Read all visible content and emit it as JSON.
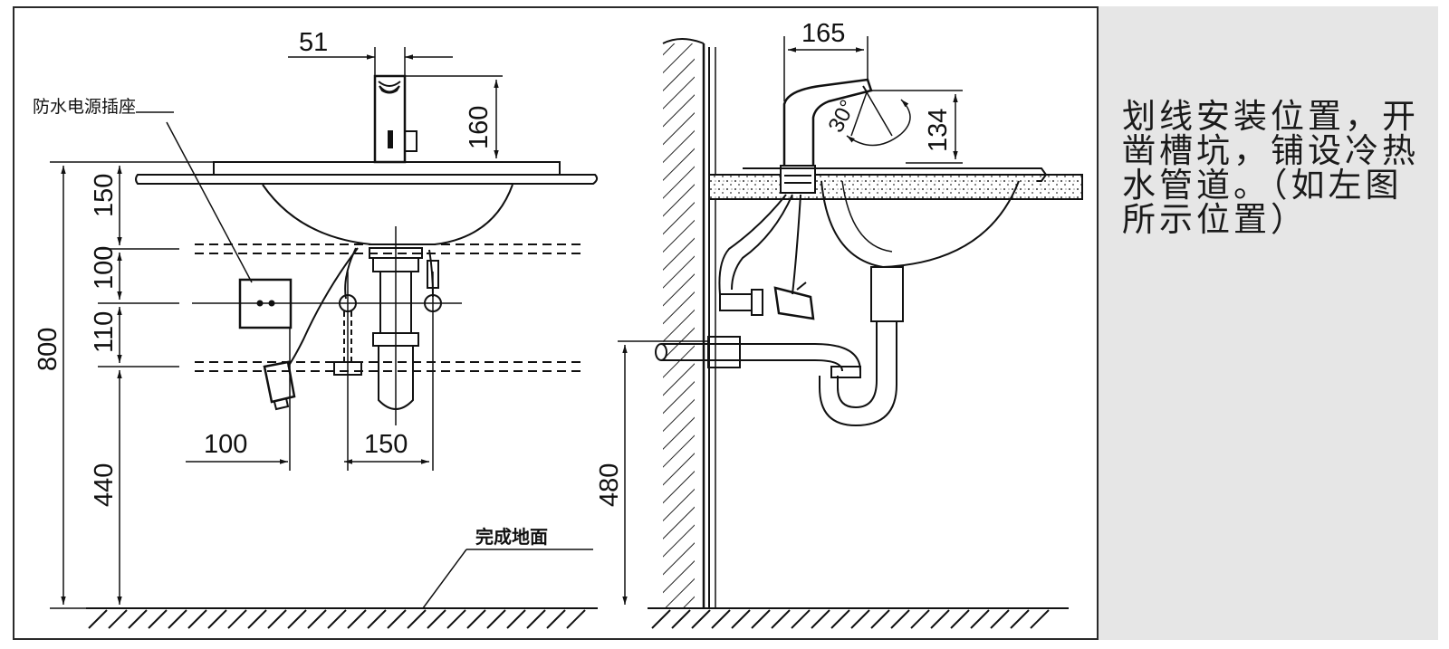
{
  "labels": {
    "socket": "防水电源插座",
    "floor": "完成地面",
    "note": "划线安装位置，开凿槽坑，铺设冷热水管道。（如左图所示位置）"
  },
  "front_dims": {
    "spout_width": "51",
    "faucet_height": "160",
    "rim_to_upper_pipe": "150",
    "upper_to_socket": "100",
    "socket_to_lower_pipe": "110",
    "total_height": "800",
    "lower_pipe_height": "440",
    "socket_offset": "100",
    "inlet_spacing": "150"
  },
  "side_dims": {
    "spout_reach": "165",
    "spout_height": "134",
    "sensor_angle": "30°",
    "drain_height": "480"
  }
}
